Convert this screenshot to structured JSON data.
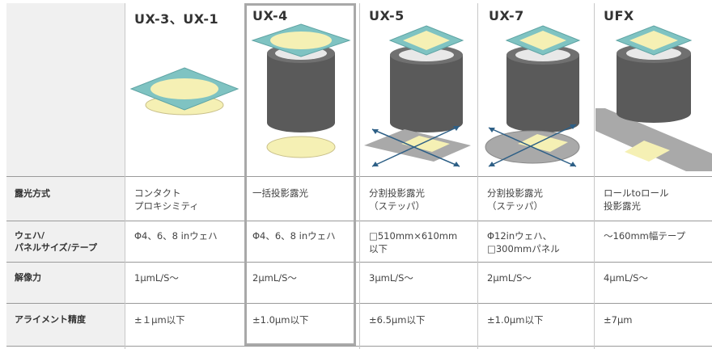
{
  "columns": [
    {
      "title": "UX-3、UX-1"
    },
    {
      "title": "UX-4"
    },
    {
      "title": "UX-5"
    },
    {
      "title": "UX-7"
    },
    {
      "title": "UFX"
    }
  ],
  "rows": [
    {
      "label": "露光方式",
      "cells": [
        "コンタクト\nプロキシミティ",
        "一括投影露光",
        "分割投影露光\n（ステッパ）",
        "分割投影露光\n（ステッパ）",
        "ロールtoロール\n投影露光"
      ]
    },
    {
      "label": "ウェハ/\nパネルサイズ/テープ",
      "cells": [
        "Φ4、6、8 inウェハ",
        "Φ4、6、8 inウェハ",
        "□510mm×610mm\n以下",
        "Φ12inウェハ、\n□300mmパネル",
        "～160mm幅テープ"
      ]
    },
    {
      "label": "解像力",
      "cells": [
        "1μmL/S～",
        "2μmL/S～",
        "3μmL/S～",
        "2μmL/S～",
        "4μmL/S～"
      ]
    },
    {
      "label": "アライメント精度",
      "cells": [
        "±１μm以下",
        "±1.0μm以下",
        "±6.5μm以下",
        "±1.0μm以下",
        "±7μm"
      ]
    }
  ],
  "colors": {
    "teal": "#7fc3c2",
    "yellow": "#f5f0b4",
    "dark": "#555555",
    "gray": "#a9a9a9",
    "arrow": "#2d5f86"
  }
}
